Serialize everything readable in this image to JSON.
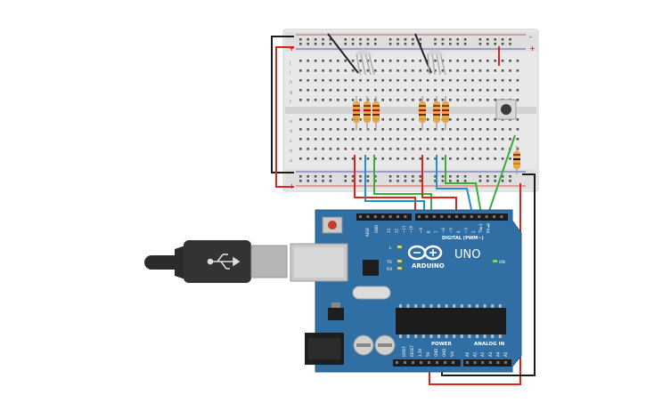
{
  "breadboard": {
    "rail_plus": "+",
    "rail_minus": "-",
    "row_letters_top": [
      "j",
      "i",
      "h",
      "g",
      "f"
    ],
    "row_letters_bottom": [
      "e",
      "d",
      "c",
      "b",
      "a"
    ]
  },
  "arduino": {
    "brand_text": "ARDUINO",
    "model_text": "UNO",
    "digital_header_label": "DIGITAL (PWM~)",
    "power_label": "POWER",
    "analog_label": "ANALOG IN",
    "on_label": "ON",
    "led_l_label": "L",
    "led_tx_label": "TX",
    "led_rx_label": "RX",
    "aref_label": "AREF",
    "gnd_label": "GND",
    "digital_pins": [
      "13",
      "12",
      "~11",
      "~10",
      "~9",
      "8",
      "7",
      "~6",
      "~5",
      "4",
      "~3",
      "2",
      "TX►1",
      "RX◄0"
    ],
    "power_pins": [
      "IOREF",
      "RESET",
      "3.3V",
      "5V",
      "GND",
      "GND",
      "Vin"
    ],
    "analog_pins": [
      "A0",
      "A1",
      "A2",
      "A3",
      "A4",
      "A5"
    ]
  },
  "colors": {
    "board": "#2f6fa3",
    "breadboard": "#e6e6e6",
    "wire_red": "#d9261c",
    "wire_blue": "#1f8fd6",
    "wire_green": "#3aae3a",
    "wire_black": "#1b1b1b",
    "resistor_body": "#e6a84a",
    "usb_cable": "#2b2b2b"
  }
}
